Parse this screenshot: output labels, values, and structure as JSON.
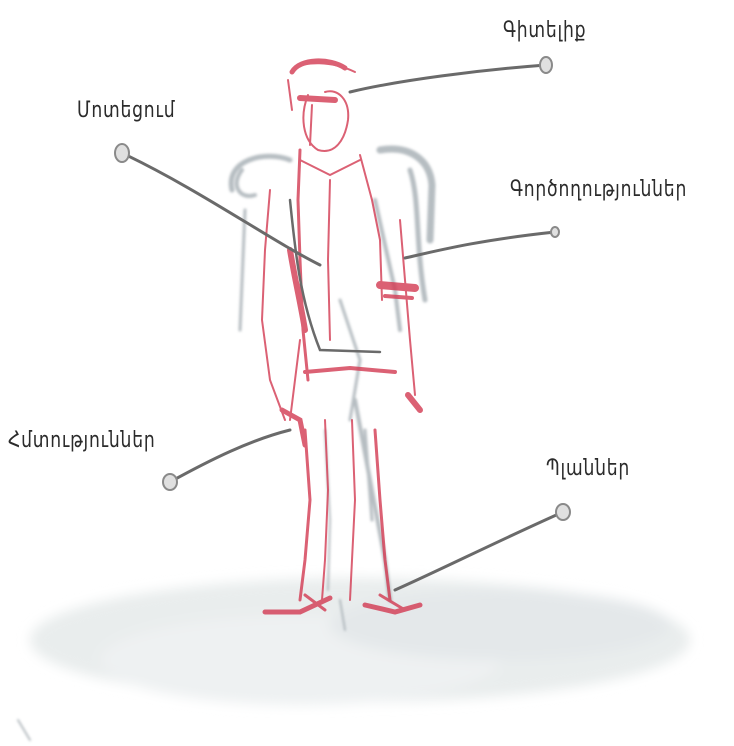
{
  "labels": {
    "head": "Գիտելիք",
    "skill": "Մոտեցում",
    "activities": "Գործողություններ",
    "abilities": "Հմտություններ",
    "plans": "Պլաններ"
  },
  "colors": {
    "sketch_red": "#d33a52",
    "sketch_gray": "#9ea7ad",
    "pointer_line": "#6a6a6a",
    "shadow": "#e6eaec"
  },
  "icons": [
    "pin-knob-icon"
  ]
}
